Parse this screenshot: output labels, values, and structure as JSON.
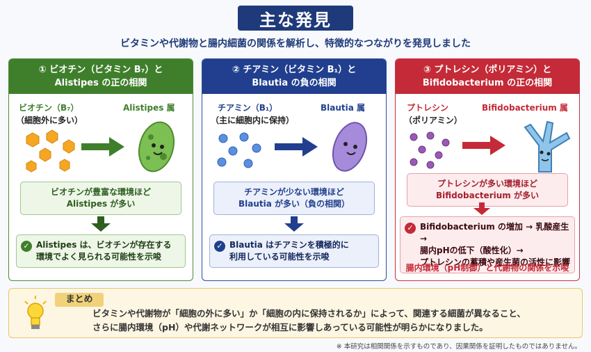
{
  "title": "主な発見",
  "subtitle": "ビタミンや代謝物と腸内細菌の関係を解析し、特徴的なつながりを発見しました",
  "colors": {
    "green": "#3f7f2c",
    "blue": "#213f8e",
    "red": "#c42a37",
    "gold": "#f1d27a"
  },
  "panels": [
    {
      "head_line1": "① ビオチン（ビタミン B₇）と",
      "head_line2": "Alistipes の正の相関",
      "left_label_1": "ビオチン（B₇）",
      "left_label_2": "（細胞外に多い）",
      "right_label": "Alistipes 属",
      "note_1": "ビオチンが豊富な環境ほど",
      "note_2": "Alistipes が多い",
      "concl_1": "Alistipes は、ビオチンが存在する",
      "concl_2": "環境でよく見られる可能性を示唆",
      "icon": "green-bacterium-icon"
    },
    {
      "head_line1": "② チアミン（ビタミン B₁）と",
      "head_line2": "Blautia の負の相関",
      "left_label_1": "チアミン（B₁）",
      "left_label_2": "（主に細胞内に保持）",
      "right_label": "Blautia 属",
      "note_1": "チアミンが少ない環境ほど",
      "note_2": "Blautia が多い（負の相関）",
      "concl_1": "Blautia はチアミンを積極的に",
      "concl_2": "利用している可能性を示唆",
      "icon": "purple-bacterium-icon"
    },
    {
      "head_line1": "③ プトレシン（ポリアミン）と",
      "head_line2": "Bifidobacterium の正の相関",
      "left_label_1": "プトレシン",
      "left_label_2": "（ポリアミン）",
      "right_label": "Bifidobacterium 属",
      "note_1": "プトレシンが多い環境ほど",
      "note_2": "Bifidobacterium が多い",
      "concl_1": "Bifidobacterium の増加 → 乳酸産生 →",
      "concl_2": "腸内pHの低下（酸性化）→",
      "concl_3": "プトレシンの蓄積や産生菌の活性に影響",
      "extra": "腸内環境（pH制御）と代謝物の関係を示唆",
      "icon": "blue-bifidobacterium-icon"
    }
  ],
  "summary": {
    "tag": "まとめ",
    "line1": "ビタミンや代謝物が「細胞の外に多い」か「細胞の内に保持されるか」によって、関連する細菌が異なること、",
    "line2": "さらに腸内環境（pH）や代謝ネットワークが相互に影響しあっている可能性が明らかになりました。"
  },
  "footnote": "※ 本研究は相関関係を示すものであり、因果関係を証明したものではありません。"
}
